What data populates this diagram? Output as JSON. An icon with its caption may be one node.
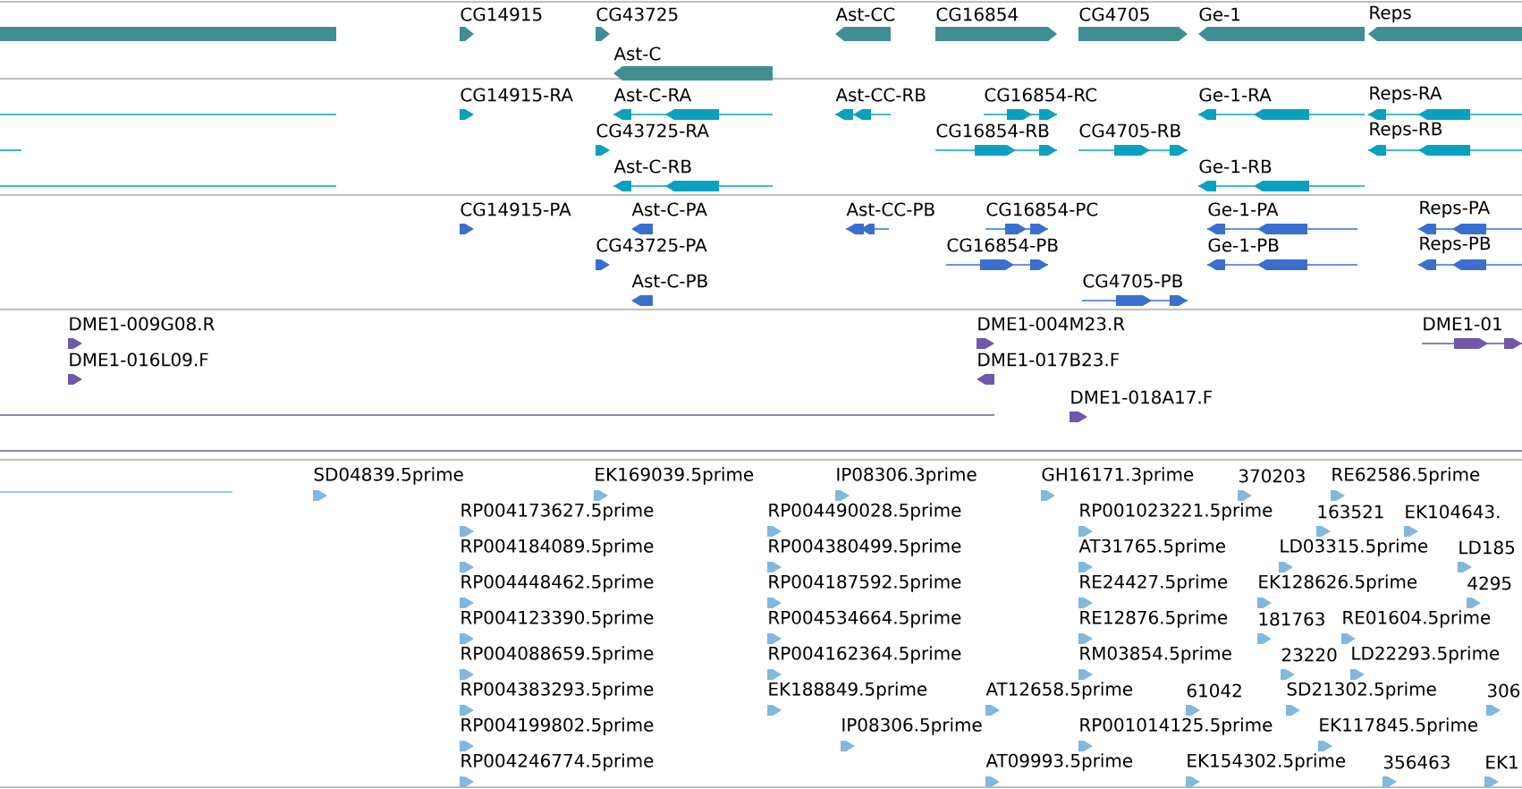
{
  "diagram": {
    "labels": [
      "CG14915",
      "CG43725",
      "Ast-CC",
      "CG16854",
      "CG4705",
      "Ge-1",
      "Reps",
      "Ast-C",
      "CG14915-RA",
      "Ast-C-RA",
      "Ast-CC-RB",
      "CG16854-RC",
      "Ge-1-RA",
      "Reps-RA",
      "CG43725-RA",
      "CG16854-RB",
      "CG4705-RB",
      "Reps-RB",
      "Ast-C-RB",
      "Ge-1-RB",
      "CG14915-PA",
      "Ast-C-PA",
      "Ast-CC-PB",
      "CG16854-PC",
      "Ge-1-PA",
      "Reps-PA",
      "CG43725-PA",
      "CG16854-PB",
      "Ge-1-PB",
      "Reps-PB",
      "Ast-C-PB",
      "CG4705-PB",
      "DME1-009G08.R",
      "DME1-004M23.R",
      "DME1-01",
      "DME1-016L09.F",
      "DME1-017B23.F",
      "DME1-018A17.F",
      "SD04839.5prime",
      "EK169039.5prime",
      "IP08306.3prime",
      "GH16171.3prime",
      "370203",
      "RE62586.5prime",
      "RP004173627.5prime",
      "RP004490028.5prime",
      "RP001023221.5prime",
      "163521",
      "EK104643.",
      "RP004184089.5prime",
      "RP004380499.5prime",
      "AT31765.5prime",
      "LD03315.5prime",
      "LD185",
      "RP004448462.5prime",
      "RP004187592.5prime",
      "RE24427.5prime",
      "EK128626.5prime",
      "4295",
      "RP004123390.5prime",
      "RP004534664.5prime",
      "RE12876.5prime",
      "181763",
      "RE01604.5prime",
      "RP004088659.5prime",
      "RP004162364.5prime",
      "RM03854.5prime",
      "23220",
      "LD22293.5prime",
      "RP004383293.5prime",
      "EK188849.5prime",
      "AT12658.5prime",
      "61042",
      "SD21302.5prime",
      "306",
      "RP004199802.5prime",
      "IP08306.5prime",
      "RP001014125.5prime",
      "EK117845.5prime",
      "RP004246774.5prime",
      "AT09993.5prime",
      "EK154302.5prime",
      "356463",
      "EK1"
    ]
  }
}
